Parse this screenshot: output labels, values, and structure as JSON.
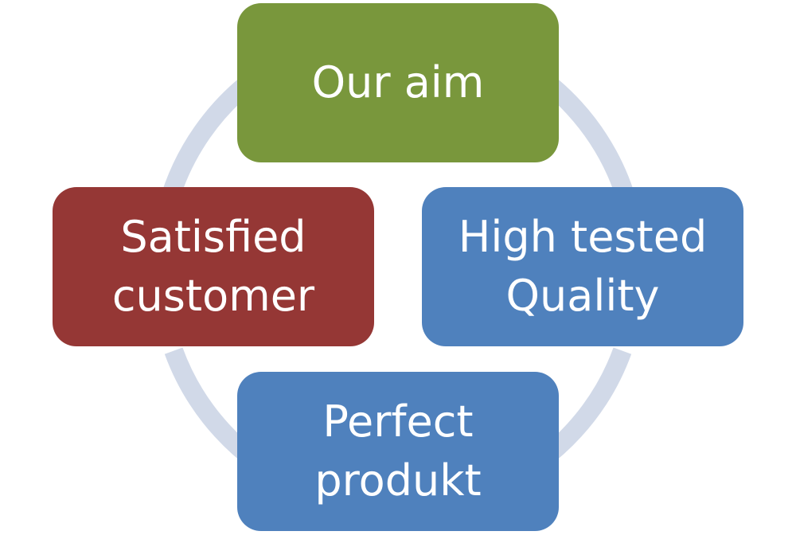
{
  "diagram": {
    "type": "cycle",
    "arrow_color": "#d1d9e8",
    "nodes": [
      {
        "id": "our-aim",
        "label": "Our aim",
        "color": "#79973c"
      },
      {
        "id": "high-tested-quality",
        "label": "High tested\nQuality",
        "color": "#4f81bd"
      },
      {
        "id": "perfect-produkt",
        "label": "Perfect\nprodukt",
        "color": "#4f81bd"
      },
      {
        "id": "satisfied-customer",
        "label": "Satisfied\ncustomer",
        "color": "#953735"
      }
    ]
  }
}
